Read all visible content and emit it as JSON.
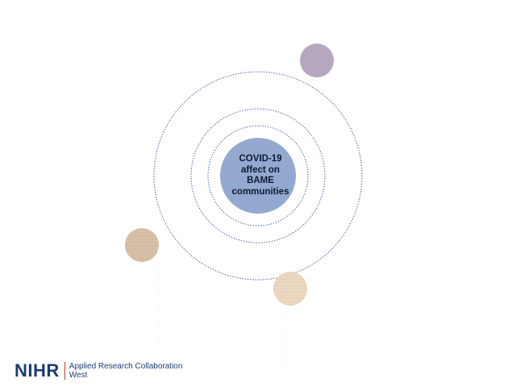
{
  "diagram": {
    "center_label_lines": [
      "COVID-19",
      "affect on",
      "BAME",
      "communities"
    ],
    "colors": {
      "center_circle": "#93a9cf",
      "ring_stroke": "#3f5da0",
      "circle_top": "#b4a7be",
      "circle_left": "#d5bfa5",
      "circle_bottom_right": "#ead6bf"
    }
  },
  "logo": {
    "mark": "NIHR",
    "line1": "Applied Research Collaboration",
    "line2": "West"
  }
}
